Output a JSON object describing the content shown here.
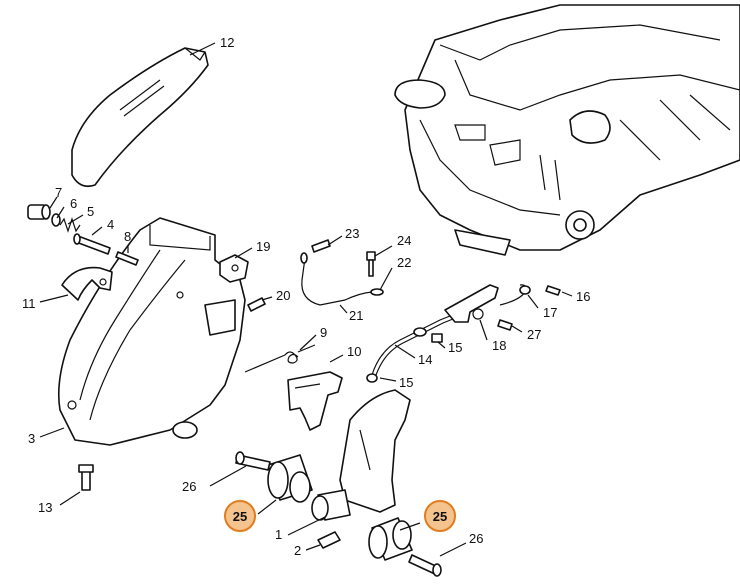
{
  "callouts": {
    "p1": "1",
    "p2": "2",
    "p3": "3",
    "p4": "4",
    "p5": "5",
    "p6": "6",
    "p7": "7",
    "p8": "8",
    "p9": "9",
    "p10": "10",
    "p11": "11",
    "p12": "12",
    "p13": "13",
    "p14": "14",
    "p15a": "15",
    "p15b": "15",
    "p16": "16",
    "p17": "17",
    "p18": "18",
    "p19": "19",
    "p20": "20",
    "p21": "21",
    "p22": "22",
    "p23": "23",
    "p24": "24",
    "p25a": "25",
    "p25b": "25",
    "p26a": "26",
    "p26b": "26",
    "p27": "27"
  },
  "colors": {
    "highlight_fill": "#f4c38e",
    "highlight_stroke": "#e07d1f",
    "line": "#111111"
  }
}
